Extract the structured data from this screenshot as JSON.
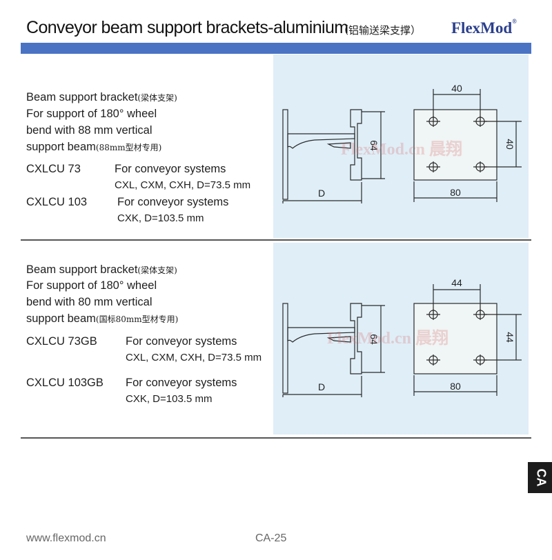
{
  "header": {
    "title": "Conveyor beam support brackets-aluminium",
    "subtitle": "（铝输送梁支撑）",
    "brand": "FlexMod",
    "brand_mark": "®"
  },
  "watermark": "FlexMod.cn 晨翔",
  "products": [
    {
      "line1": "Beam support bracket",
      "line1_cn": "(梁体支架)",
      "line2": "For support of 180° wheel",
      "line3": "bend with 88 mm vertical",
      "line4": "support beam",
      "line4_cn": "(88mm型材专用)",
      "items": [
        {
          "code": "CXLCU 73",
          "desc1": "For conveyor systems",
          "desc2": "CXL, CXM, CXH, D=73.5 mm"
        },
        {
          "code": "CXLCU 103",
          "desc1": "For conveyor systems",
          "desc2": "CXK, D=103.5 mm"
        }
      ],
      "dims": {
        "height": "64",
        "length": "D",
        "hole_x": "40",
        "hole_y": "40",
        "plate_w": "80"
      }
    },
    {
      "line1": "Beam support bracket",
      "line1_cn": "(梁体支架)",
      "line2": "For support of 180° wheel",
      "line3": "bend with 80 mm vertical",
      "line4": "support beam",
      "line4_cn": "(国标80mm型材专用)",
      "items": [
        {
          "code": "CXLCU 73GB",
          "desc1": "For conveyor systems",
          "desc2": "CXL, CXM, CXH, D=73.5 mm"
        },
        {
          "code": "CXLCU 103GB",
          "desc1": "For conveyor systems",
          "desc2": "CXK, D=103.5 mm"
        }
      ],
      "dims": {
        "height": "64",
        "length": "D",
        "hole_x": "44",
        "hole_y": "44",
        "plate_w": "80"
      }
    }
  ],
  "side_tab": "CA",
  "footer": {
    "url": "www.flexmod.cn",
    "page": "CA-25"
  },
  "colors": {
    "accent_bar": "#4a73c4",
    "panel_bg": "#dfeef7",
    "brand": "#2b3f8c"
  }
}
